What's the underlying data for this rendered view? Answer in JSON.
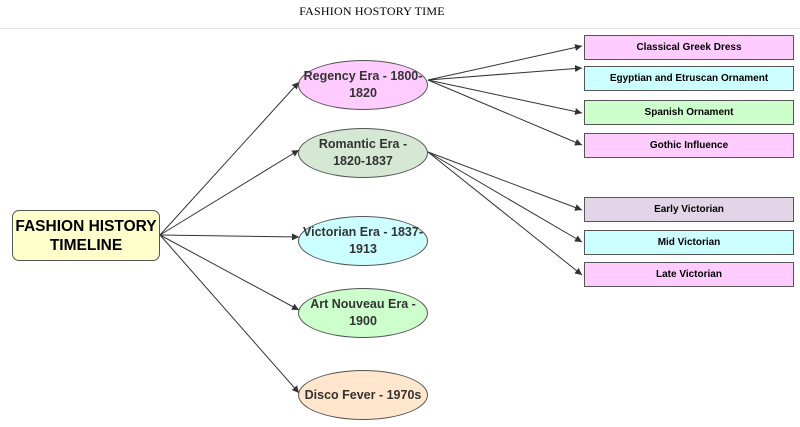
{
  "header": {
    "title": "FASHION HOSTORY TIME"
  },
  "root": {
    "label": "FASHION HISTORY TIMELINE",
    "color": "#ffffcc"
  },
  "eras": [
    {
      "label": "Regency Era - 1800-1820",
      "color": "#ffccff"
    },
    {
      "label": "Romantic Era - 1820-1837",
      "color": "#d5e8d4"
    },
    {
      "label": "Victorian Era - 1837-1913",
      "color": "#ccffff"
    },
    {
      "label": "Art Nouveau Era - 1900",
      "color": "#ccffcc"
    },
    {
      "label": "Disco Fever - 1970s",
      "color": "#ffe6cc"
    }
  ],
  "subtopics": [
    {
      "label": "Classical Greek Dress",
      "color": "#ffccff",
      "parent": 0
    },
    {
      "label": "Egyptian and Etruscan Ornament",
      "color": "#ccffff",
      "parent": 0
    },
    {
      "label": "Spanish Ornament",
      "color": "#ccffcc",
      "parent": 0
    },
    {
      "label": "Gothic Influence",
      "color": "#ffccff",
      "parent": 0
    },
    {
      "label": "Early Victorian",
      "color": "#e1d5e7",
      "parent": 1
    },
    {
      "label": "Mid Victorian",
      "color": "#ccffff",
      "parent": 1
    },
    {
      "label": "Late Victorian",
      "color": "#ffccff",
      "parent": 1
    }
  ],
  "edge_color": "#333333"
}
